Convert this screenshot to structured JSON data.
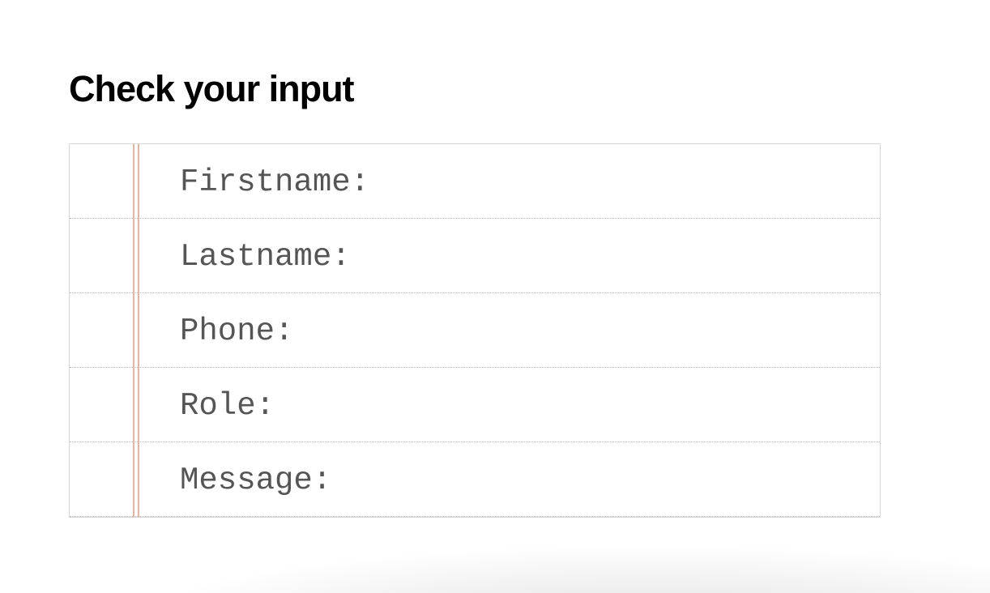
{
  "heading": "Check your input",
  "fields": [
    {
      "label": "Firstname:",
      "value": ""
    },
    {
      "label": "Lastname:",
      "value": ""
    },
    {
      "label": "Phone:",
      "value": ""
    },
    {
      "label": "Role:",
      "value": ""
    },
    {
      "label": "Message:",
      "value": ""
    }
  ],
  "colors": {
    "margin_line": "#eab3a2",
    "label_text": "#555555",
    "border": "#d6d6d6",
    "rule": "#b9b9b9"
  }
}
